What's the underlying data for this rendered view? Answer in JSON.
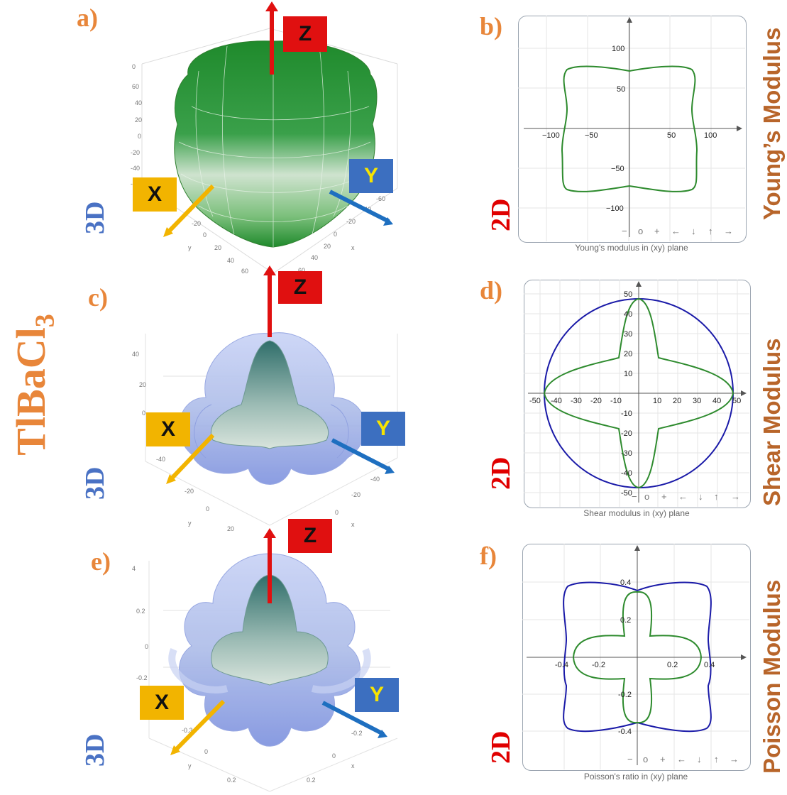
{
  "compound": {
    "main": "TlBaCl",
    "sub": "3"
  },
  "labels": {
    "three_d": "3D",
    "two_d": "2D"
  },
  "axes": {
    "x": "X",
    "y": "Y",
    "z": "Z"
  },
  "panels": [
    {
      "letter": "a)"
    },
    {
      "letter": "b)",
      "side_title": "Young’s Modulus",
      "caption": "Young's modulus in (xy) plane"
    },
    {
      "letter": "c)"
    },
    {
      "letter": "d)",
      "side_title": "Shear Modulus",
      "caption": "Shear modulus in (xy) plane"
    },
    {
      "letter": "e)"
    },
    {
      "letter": "f)",
      "side_title": "Poisson Modulus",
      "caption": "Poisson's ratio in (xy) plane"
    }
  ],
  "toolbar": {
    "symbols": [
      "−",
      "o",
      "+",
      "←",
      "↓",
      "↑",
      "→"
    ]
  },
  "plot_b": {
    "x_ticks": [
      "−100",
      "−50",
      "50",
      "100"
    ],
    "y_ticks": [
      "100",
      "50",
      "−50",
      "−100"
    ]
  },
  "plot_d": {
    "x_ticks": [
      "-50",
      "-40",
      "-30",
      "-20",
      "-10",
      "10",
      "20",
      "30",
      "40",
      "50"
    ],
    "y_ticks": [
      "50",
      "40",
      "30",
      "20",
      "10",
      "-10",
      "-20",
      "-30",
      "-40",
      "-50"
    ]
  },
  "plot_f": {
    "x_ticks": [
      "-0.4",
      "-0.2",
      "0.2",
      "0.4"
    ],
    "y_ticks": [
      "0.4",
      "0.2",
      "-0.2",
      "-0.4"
    ]
  },
  "plot_a_ticks": {
    "z": [
      "0",
      "60",
      "40",
      "20",
      "0",
      "-20",
      "-40",
      "-60"
    ],
    "y": [
      "-20",
      "0",
      "20",
      "40",
      "60"
    ],
    "x": [
      "-60",
      "-40",
      "-20",
      "0",
      "20",
      "40",
      "60"
    ],
    "y_name": "y",
    "x_name": "x"
  },
  "plot_c_ticks": {
    "z": [
      "40",
      "20",
      "0"
    ],
    "y": [
      "-40",
      "-20",
      "0",
      "20"
    ],
    "x": [
      "-40",
      "-20",
      "0"
    ],
    "y_name": "y",
    "x_name": "x"
  },
  "plot_e_ticks": {
    "z": [
      "4",
      "0.2",
      "0",
      "-0.2"
    ],
    "y": [
      "-0.3",
      "0",
      "0.2"
    ],
    "x": [
      "-0.2",
      "0",
      "0.2"
    ],
    "y_name": "y",
    "x_name": "x"
  },
  "colors": {
    "orange": "#E8863A",
    "blue_text": "#4A72C4",
    "red": "#E00000",
    "green_curve": "#2E8B2E",
    "blue_curve": "#1A1AA8",
    "z_box": "#E01010",
    "y_box": "#3C6FC0",
    "x_box": "#F2B400"
  }
}
